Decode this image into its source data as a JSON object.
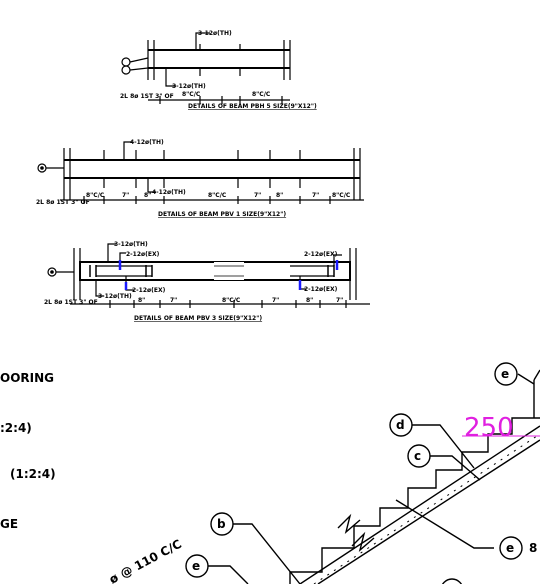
{
  "beam_details": [
    {
      "title": "DETAILS OF BEAM PBH 5 SIZE(9\"X12\")",
      "top_bar": "3-12ø(TH)",
      "bottom_bar": "3-12ø(TH)",
      "spacing_labels": [
        "8\"C/C",
        "8\"C/C"
      ],
      "end_label": "2L 8ø 1ST 3\" OF"
    },
    {
      "title": "DETAILS OF BEAM PBV 1 SIZE(9\"X12\")",
      "top_bar": "4-12ø(TH)",
      "bottom_bar": "4-12ø(TH)",
      "spacing_labels": [
        "8\"C/C",
        "7\"",
        "8\"",
        "8\"C/C",
        "7\"",
        "8\"",
        "7\"",
        "8\"C/C"
      ],
      "end_label": "2L 8ø 1ST 3\" OF"
    },
    {
      "title": "DETAILS OF BEAM PBV 3 SIZE(9\"X12\")",
      "top_bar": "3-12ø(TH)",
      "extra_left_top": "2-12ø(EX)",
      "extra_right_top": "2-12ø(EX)",
      "extra_left_bottom": "2-12ø(EX)",
      "extra_right_bottom": "2-12ø(EX)",
      "bottom_bar": "3-12ø(TH)",
      "spacing_labels": [
        "8\"",
        "7\"",
        "8\"C/C",
        "7\"",
        "8\"",
        "7\""
      ],
      "end_label": "2L 8ø 1ST 3\" OF"
    }
  ],
  "left_notes": [
    "OORING",
    ":2:4)",
    "(1:2:4)",
    "GE"
  ],
  "stair": {
    "dimension": "250",
    "rebar_note": "ø @ 110 C/C",
    "bubbles": [
      "e",
      "d",
      "c",
      "b",
      "e",
      "e"
    ],
    "trailing_text": "8"
  },
  "colors": {
    "ink": "#000000",
    "accent": "#e020e0",
    "rebar": "#1a1aff"
  }
}
